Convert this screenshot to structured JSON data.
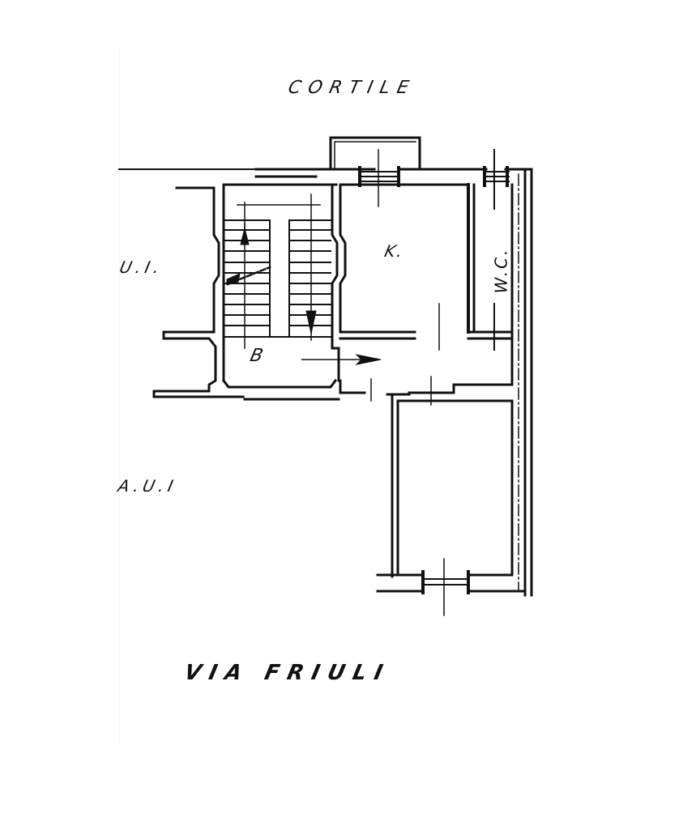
{
  "plan": {
    "type": "floor-plan",
    "colors": {
      "line": "#111111",
      "background": "#ffffff"
    },
    "labels": {
      "courtyard": "CORTILE",
      "street": "VIA   FRIULI",
      "adjacent_unit": "U.I.",
      "other_adjacent_unit": "A.U.I",
      "kitchen": "K.",
      "stairwell": "B",
      "bathroom": "W.C."
    },
    "icons": {
      "stair_up_arrow": "arrow-up",
      "stair_down_arrow": "arrow-down",
      "entrance_arrow": "arrow-right"
    }
  }
}
